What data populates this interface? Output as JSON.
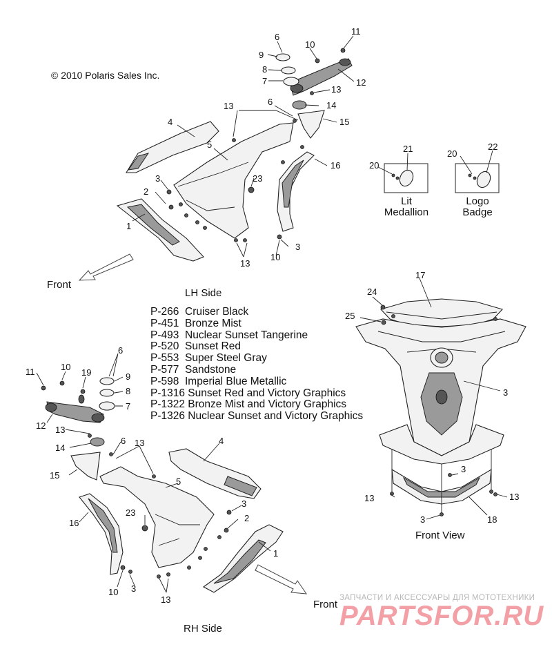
{
  "copyright": "© 2010 Polaris Sales Inc.",
  "captions": {
    "lh_side": "LH Side",
    "rh_side": "RH Side",
    "front_view": "Front View",
    "front_lh": "Front",
    "front_rh": "Front",
    "lit_medallion_1": "Lit",
    "lit_medallion_2": "Medallion",
    "logo_badge_1": "Logo",
    "logo_badge_2": "Badge"
  },
  "color_codes": [
    {
      "code": "P-266",
      "name": "Cruiser Black"
    },
    {
      "code": "P-451",
      "name": "Bronze Mist"
    },
    {
      "code": "P-493",
      "name": "Nuclear Sunset Tangerine"
    },
    {
      "code": "P-520",
      "name": "Sunset Red"
    },
    {
      "code": "P-553",
      "name": "Super Steel Gray"
    },
    {
      "code": "P-577",
      "name": "Sandstone"
    },
    {
      "code": "P-598",
      "name": "Imperial Blue Metallic"
    },
    {
      "code": "P-1316",
      "name": "Sunset Red and Victory Graphics"
    },
    {
      "code": "P-1322",
      "name": "Bronze Mist and Victory Graphics"
    },
    {
      "code": "P-1326",
      "name": "Nuclear Sunset and Victory Graphics"
    }
  ],
  "callouts": {
    "lh": [
      "6",
      "11",
      "9",
      "10",
      "8",
      "7",
      "12",
      "13",
      "6",
      "14",
      "13",
      "15",
      "4",
      "5",
      "16",
      "21",
      "22",
      "20",
      "20",
      "23",
      "3",
      "2",
      "1",
      "3",
      "10",
      "13"
    ],
    "rh": [
      "6",
      "11",
      "10",
      "19",
      "9",
      "8",
      "7",
      "12",
      "13",
      "6",
      "13",
      "14",
      "4",
      "15",
      "5",
      "3",
      "2",
      "23",
      "16",
      "1",
      "10",
      "3",
      "13"
    ],
    "front": [
      "17",
      "24",
      "25",
      "3",
      "3",
      "13",
      "13",
      "3",
      "18"
    ]
  },
  "watermark": {
    "tagline": "ЗАПЧАСТИ И АКСЕССУАРЫ ДЛЯ МОТОТЕХНИКИ",
    "brand": "PARTSFOR.RU"
  }
}
